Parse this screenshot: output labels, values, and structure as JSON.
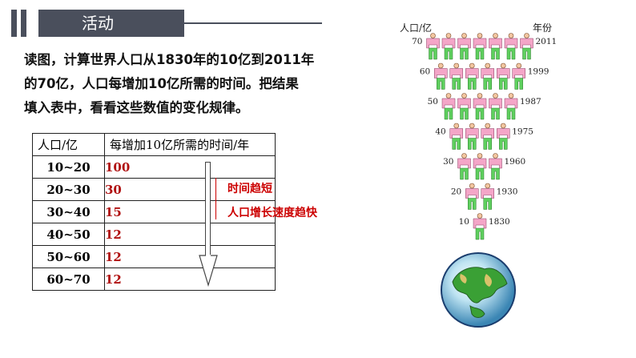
{
  "header": {
    "title": "活动"
  },
  "instructions": [
    "读图，计算世界人口从1830年的10亿到2011年",
    "的70亿，人口每增加10亿所需的时间。把结果",
    "填入表中，看看这些数值的变化规律。"
  ],
  "table": {
    "headers": [
      "人口/亿",
      "每增加10亿所需的时间/年"
    ],
    "rows": [
      {
        "population": "10~20",
        "years": "100"
      },
      {
        "population": "20~30",
        "years": "30"
      },
      {
        "population": "30~40",
        "years": "15"
      },
      {
        "population": "40~50",
        "years": "12"
      },
      {
        "population": "50~60",
        "years": "12"
      },
      {
        "population": "60~70",
        "years": "12"
      }
    ]
  },
  "notes": {
    "time_shorter": "时间趋短",
    "growth_faster": "人口增长速度趋快"
  },
  "chart": {
    "ylabel": "人口/亿",
    "xlabel": "年份",
    "levels": [
      {
        "population": "70",
        "year": "2011",
        "count": 7
      },
      {
        "population": "60",
        "year": "1999",
        "count": 6
      },
      {
        "population": "50",
        "year": "1987",
        "count": 5
      },
      {
        "population": "40",
        "year": "1975",
        "count": 4
      },
      {
        "population": "30",
        "year": "1960",
        "count": 3
      },
      {
        "population": "20",
        "year": "1930",
        "count": 2
      },
      {
        "population": "10",
        "year": "1830",
        "count": 1
      }
    ]
  },
  "colors": {
    "header": "#4a4f5c",
    "emphasis": "#c00000",
    "shirt": "#f4a6c8",
    "pants": "#5fd05f"
  }
}
